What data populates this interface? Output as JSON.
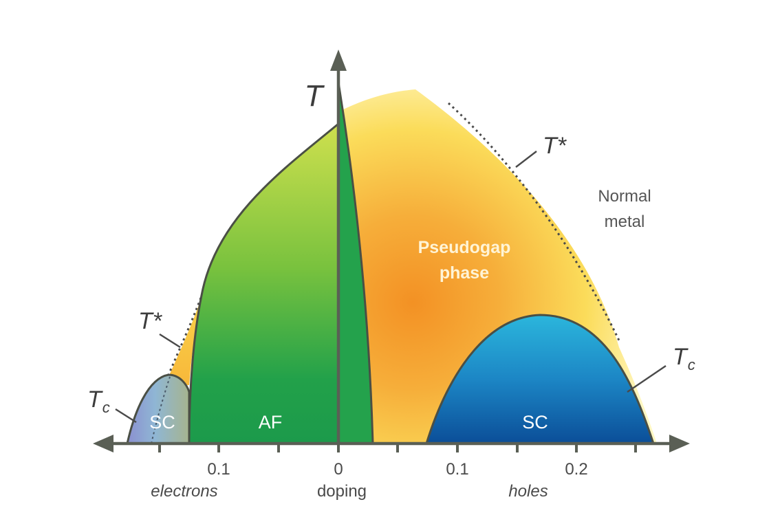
{
  "axes": {
    "y_label": "T",
    "x_center_label": "doping",
    "x_left_label": "electrons",
    "x_right_label": "holes",
    "ticks": {
      "left_0_1": "0.1",
      "center_0": "0",
      "right_0_1": "0.1",
      "right_0_2": "0.2"
    }
  },
  "regions": {
    "af": "AF",
    "sc_left": "SC",
    "sc_right": "SC",
    "pseudogap_line1": "Pseudogap",
    "pseudogap_line2": "phase",
    "normal_line1": "Normal",
    "normal_line2": "metal"
  },
  "curve_labels": {
    "tstar_right": "T*",
    "tstar_left": "T*",
    "tc_right_main": "T",
    "tc_right_sub": "c",
    "tc_left_main": "T",
    "tc_left_sub": "c"
  },
  "colors": {
    "af_top": "#c9dd4a",
    "af_bottom": "#1f9e4e",
    "sc_right_top": "#29b2da",
    "sc_right_bottom": "#0c4f98",
    "pseudogap_center": "#f39a2c",
    "pseudogap_edge": "#fff6a8",
    "outline": "#555a50"
  }
}
